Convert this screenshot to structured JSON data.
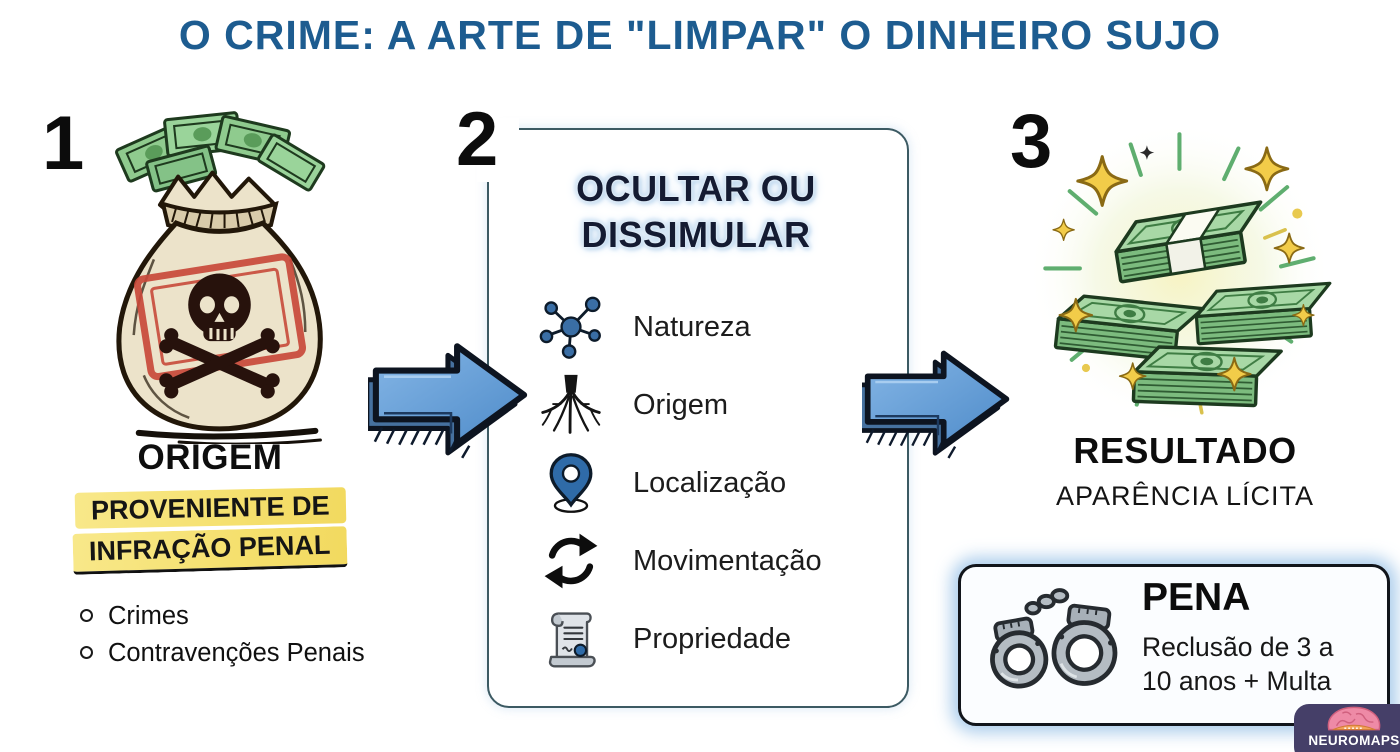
{
  "title": "O CRIME: A ARTE DE \"LIMPAR\" O DINHEIRO SUJO",
  "steps": {
    "step1": {
      "number": "1",
      "heading": "ORIGEM",
      "highlight_line1": "PROVENIENTE DE",
      "highlight_line2": "INFRAÇÃO PENAL",
      "bullets": [
        "Crimes",
        "Contravenções Penais"
      ]
    },
    "step2": {
      "number": "2",
      "heading_line1": "OCULTAR OU",
      "heading_line2": "DISSIMULAR",
      "items": [
        {
          "icon": "molecule-icon",
          "label": "Natureza"
        },
        {
          "icon": "roots-icon",
          "label": "Origem"
        },
        {
          "icon": "location-pin-icon",
          "label": "Localização"
        },
        {
          "icon": "cycle-arrows-icon",
          "label": "Movimentação"
        },
        {
          "icon": "scroll-document-icon",
          "label": "Propriedade"
        }
      ]
    },
    "step3": {
      "number": "3",
      "heading": "RESULTADO",
      "subheading": "APARÊNCIA LÍCITA",
      "pena": {
        "heading": "PENA",
        "line1": "Reclusão de 3 a",
        "line2": "10 anos + Multa"
      }
    }
  },
  "watermark": {
    "brand": "NEUROMAPS"
  },
  "colors": {
    "title_blue": "#1d5c90",
    "heading_navy": "#141b32",
    "heading_glow": "#bcd7ee",
    "arrow_blue": "#5590d2",
    "highlight_yellow": "#f5e06e",
    "box_border": "#3c5a63",
    "pena_border": "#11151b",
    "watermark_purple": "#453f68"
  }
}
